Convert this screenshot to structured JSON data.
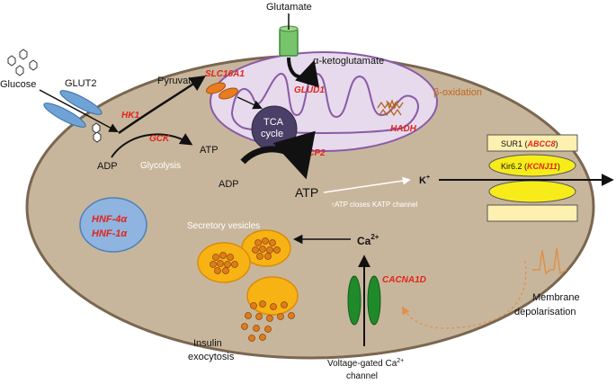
{
  "labels": {
    "glutamate": "Glutamate",
    "alpha_kg": "α-ketoglutamate",
    "glucose": "Glucose",
    "glut2": "GLUT2",
    "pyruvate": "Pyruvate",
    "hk1": "HK1",
    "gck": "GCK",
    "atp_glyc": "ATP",
    "adp_glyc": "ADP",
    "glycolysis": "Glycolysis",
    "slc16a1": "SLC16A1",
    "glud1": "GLUD1",
    "beta_ox": "β-oxidation",
    "hadh": "HADH",
    "tca_line1": "TCA",
    "tca_line2": "cycle",
    "ucp2": "UCP2",
    "adp_tca": "ADP",
    "atp_tca": "ATP",
    "atp_note": "↑ATP closes KATP channel",
    "sur1": "SUR1 (",
    "abcc8": "ABCC8",
    "close_paren1": ")",
    "kir": "Kir6.2 (",
    "kcnj11": "KCNJ11",
    "close_paren2": ")",
    "k_ion": "K",
    "k_sup": "+",
    "hnf4": "HNF-4α",
    "hnf1": "HNF-1α",
    "vesicles": "Secretory vesicles",
    "ca_ion": "Ca",
    "ca_sup": "2+",
    "cacna1d": "CACNA1D",
    "membrane1": "Membrane",
    "membrane2": "depolarisation",
    "insulin1": "Insulin",
    "insulin2": "exocytosis",
    "vgcc1": "Voltage-gated Ca",
    "vgcc_sup": "2+",
    "vgcc2": "channel"
  },
  "colors": {
    "cell_fill": "#c8b69c",
    "cell_stroke": "#7a6651",
    "mito_fill": "#e6daec",
    "mito_stroke": "#8a5aa6",
    "gene_red": "#e2241c",
    "hnf_fill": "#8fb4df",
    "vesicle_fill": "#f7b313",
    "granule_fill": "#e07b1c",
    "channel_green": "#1f8a2a",
    "sur_fill": "#fdf0b0",
    "kir_fill": "#f7ec1a",
    "tca_fill": "#4a3f66"
  }
}
